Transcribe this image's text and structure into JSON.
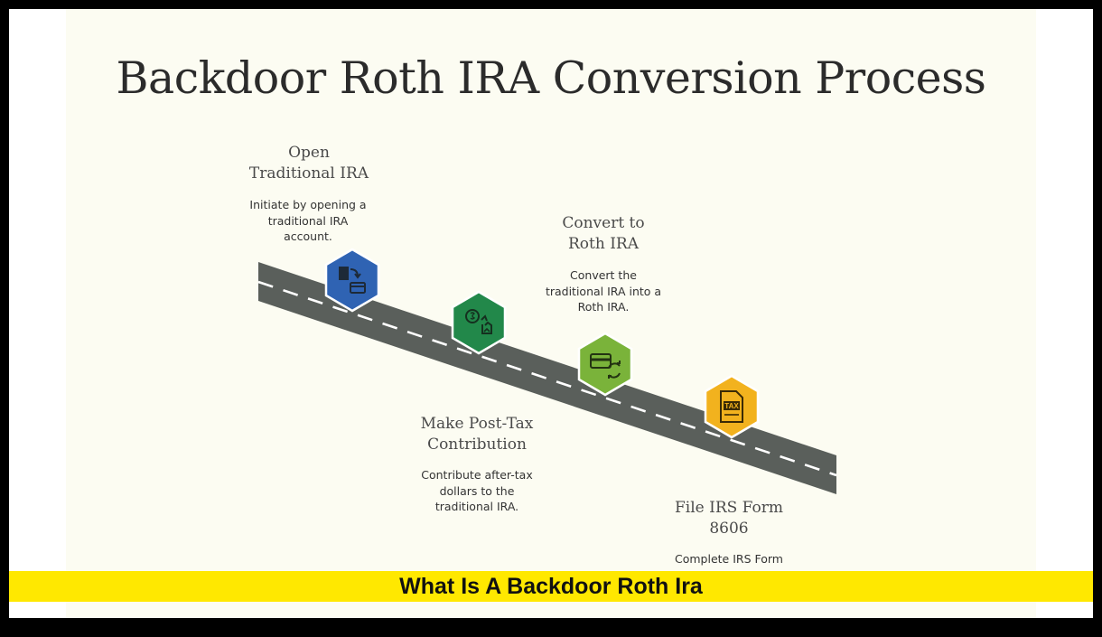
{
  "title": "Backdoor Roth IRA Conversion Process",
  "caption": "What Is A Backdoor Roth Ira",
  "colors": {
    "background": "#fcfcf2",
    "road": "#5a5f5b",
    "road_dash": "#ffffff",
    "caption_bar": "#ffe800",
    "step1": "#2f63b3",
    "step2": "#22884a",
    "step3": "#7ab33a",
    "step4": "#f2b21e"
  },
  "steps": [
    {
      "title_line1": "Open",
      "title_line2": "Traditional IRA",
      "desc_line1": "Initiate by opening a",
      "desc_line2": "traditional IRA",
      "desc_line3": "account.",
      "icon": "transfer-card-icon"
    },
    {
      "title_line1": "Make Post-Tax",
      "title_line2": "Contribution",
      "desc_line1": "Contribute after-tax",
      "desc_line2": "dollars to the",
      "desc_line3": "traditional IRA.",
      "icon": "dollar-hand-icon"
    },
    {
      "title_line1": "Convert to",
      "title_line2": "Roth IRA",
      "desc_line1": "Convert the",
      "desc_line2": "traditional IRA into a",
      "desc_line3": "Roth IRA.",
      "icon": "card-refresh-icon"
    },
    {
      "title_line1": "File IRS Form",
      "title_line2": "8606",
      "desc_line1": "Complete IRS Form",
      "icon": "tax-document-icon",
      "icon_text": "TAX"
    }
  ]
}
